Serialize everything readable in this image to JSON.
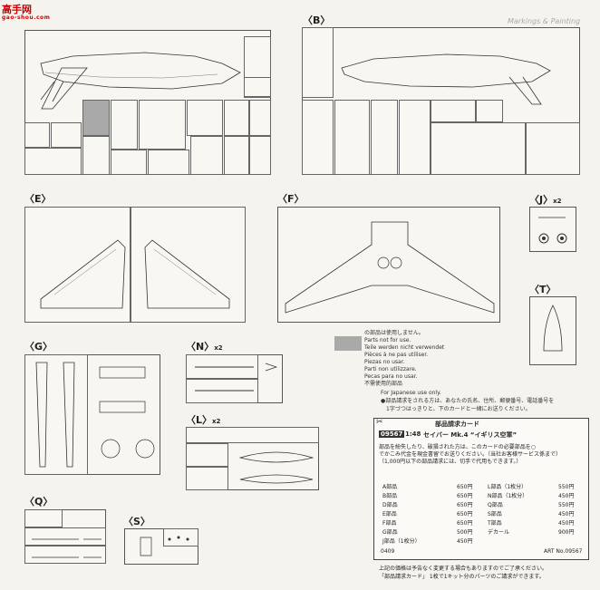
{
  "watermark": {
    "logo": "高手网",
    "site": "gao-shou.com"
  },
  "sections": {
    "B": "〈B〉",
    "E": "〈E〉",
    "F": "〈F〉",
    "J": "〈J〉",
    "J_mult": "x2",
    "T": "〈T〉",
    "G": "〈G〉",
    "N": "〈N〉",
    "N_mult": "x2",
    "L": "〈L〉",
    "L_mult": "x2",
    "Q": "〈Q〉",
    "S": "〈S〉"
  },
  "legend": {
    "lines": [
      "の部品は使用しません。",
      "Parts not for use.",
      "Teile werden nicht verwendet",
      "Pièces à ne pas utiliser.",
      "Piezas no usar.",
      "Parti non utilizzare.",
      "Pecas para no usar.",
      "不需使用的部品"
    ]
  },
  "japanese_use": "For Japanese use only.",
  "note_lines": [
    "●部品請求をされる方は、あなたの氏名、住所、郵便番号、電話番号を",
    "1字づつはっきりと、下のカードと一緒にお送りください。"
  ],
  "card": {
    "title": "部品請求カード",
    "product_code": "09567",
    "scale": "1:48",
    "product_name": "セイバー Mk.4 “イギリス空軍”",
    "desc1": "部品を紛失したり、破損された方は、このカードの必要部品を○",
    "desc2": "でかこみ代金を現金書留でお送りください。（当社お客様サービス係まで）",
    "desc3": "（1,000円以下の部品請求には、切手で代用もできます。）",
    "left_items": [
      {
        "label": "A部品",
        "price": "650円"
      },
      {
        "label": "B部品",
        "price": "650円"
      },
      {
        "label": "D部品",
        "price": "650円"
      },
      {
        "label": "E部品",
        "price": "650円"
      },
      {
        "label": "F部品",
        "price": "650円"
      },
      {
        "label": "G部品",
        "price": "500円"
      },
      {
        "label": "J部品（1枚分）",
        "price": "450円"
      }
    ],
    "right_items": [
      {
        "label": "L部品（1枚分）",
        "price": "550円"
      },
      {
        "label": "N部品（1枚分）",
        "price": "450円"
      },
      {
        "label": "Q部品",
        "price": "550円"
      },
      {
        "label": "S部品",
        "price": "450円"
      },
      {
        "label": "T部品",
        "price": "450円"
      },
      {
        "label": "デカール",
        "price": "900円"
      }
    ],
    "footer_left": "0409",
    "footer_right": "ART No.09567"
  },
  "bottom_notes": [
    "上記の価格は予告なく変更する場合もありますのでご了承ください。",
    "「部品請求カード」 1枚で1キット分のパーツのご請求ができます。"
  ],
  "top_right_text": "Markings & Painting"
}
